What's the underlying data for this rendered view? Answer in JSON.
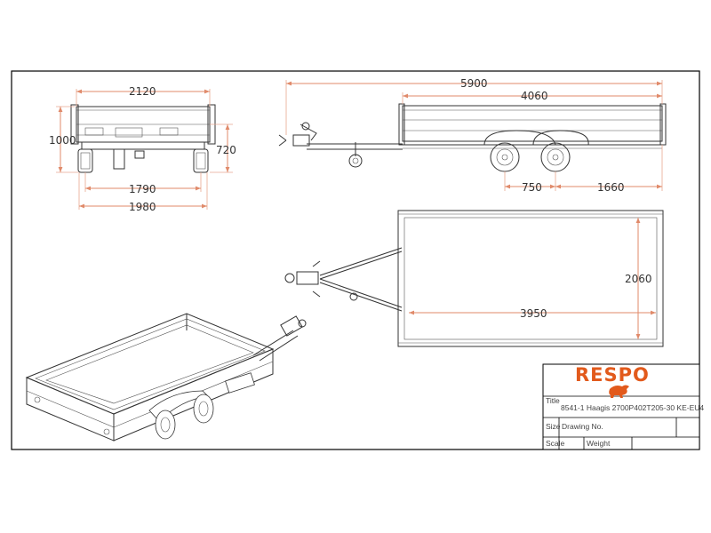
{
  "drawing": {
    "front_view": {
      "dims": {
        "overall_width": "2120",
        "height": "1000",
        "deck_height": "720",
        "track": "1790",
        "mudguard_width": "1980"
      }
    },
    "side_view": {
      "dims": {
        "overall_length": "5900",
        "body_length": "4060",
        "axle_spacing": "750",
        "rear_overhang": "1660"
      }
    },
    "top_view": {
      "dims": {
        "inner_width": "2060",
        "inner_length": "3950"
      }
    }
  },
  "title_block": {
    "logo_text": "RESPO",
    "title_label": "Title",
    "title_value": "8541-1 Haagis 2700P402T205-30 KE-EU4",
    "size_label": "Size",
    "drawing_no_label": "Drawing No.",
    "scale_label": "Scale",
    "weight_label": "Weight"
  },
  "colors": {
    "accent": "#e25a1c",
    "dimension_line": "#e08a6a",
    "outline": "#333333"
  }
}
